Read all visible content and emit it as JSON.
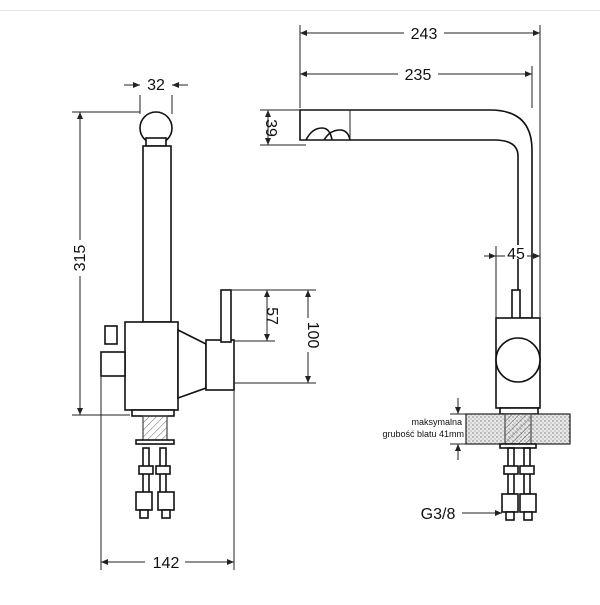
{
  "dimensions": {
    "width_243": "243",
    "width_235": "235",
    "height_39": "39",
    "width_45": "45",
    "diameter_32": "32",
    "height_315": "315",
    "height_57": "57",
    "height_100": "100",
    "width_142": "142"
  },
  "notes": {
    "max_label": "maksymalna",
    "counter_thickness": "grubość blatu 41mm",
    "thread": "G3/8"
  }
}
